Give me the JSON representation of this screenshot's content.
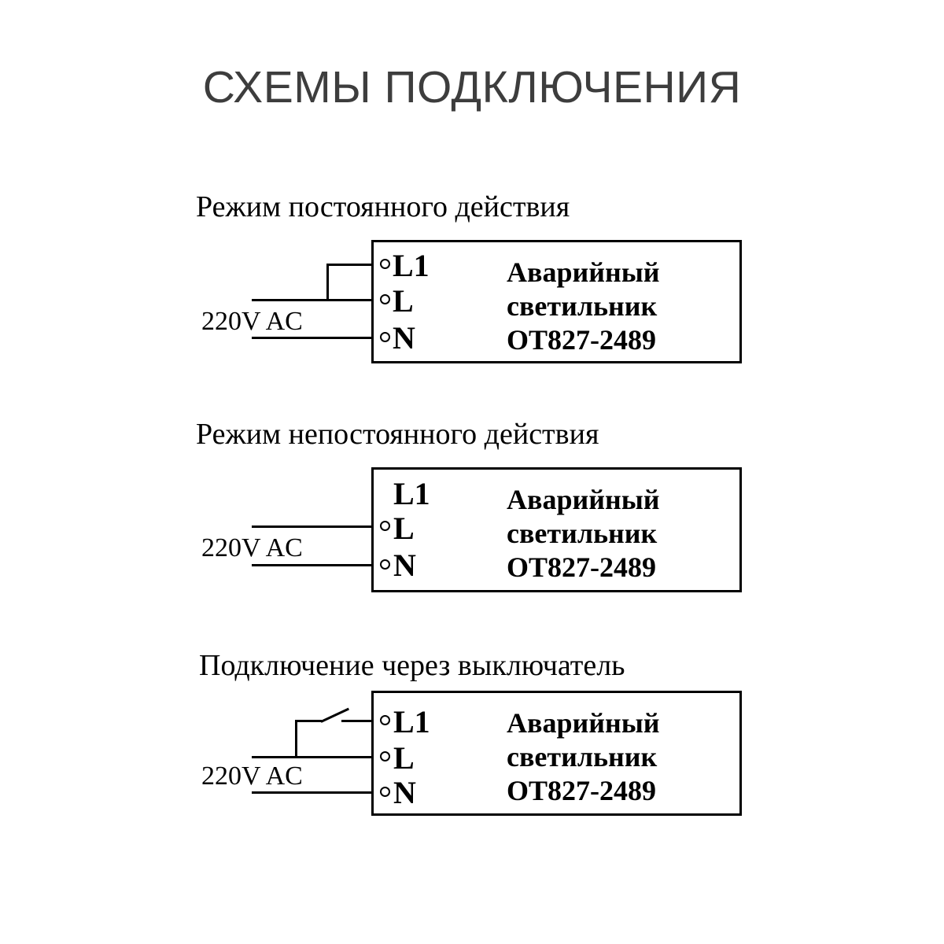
{
  "page": {
    "title": "СХЕМЫ ПОДКЛЮЧЕНИЯ",
    "background_color": "#ffffff",
    "title_color": "#3d3d3d",
    "line_color": "#000000"
  },
  "diagrams": [
    {
      "id": "permanent-mode",
      "heading": "Режим постоянного действия",
      "supply_label": "220V AC",
      "device_lines": [
        "Аварийный",
        "светильник",
        "OT827-2489"
      ],
      "terminals": [
        {
          "label": "L1",
          "connected": true
        },
        {
          "label": "L",
          "connected": true
        },
        {
          "label": "N",
          "connected": true
        }
      ],
      "has_switch": false,
      "has_l1_branch": true
    },
    {
      "id": "non-permanent-mode",
      "heading": "Режим непостоянного действия",
      "supply_label": "220V AC",
      "device_lines": [
        "Аварийный",
        "светильник",
        "OT827-2489"
      ],
      "terminals": [
        {
          "label": "L1",
          "connected": false
        },
        {
          "label": "L",
          "connected": true
        },
        {
          "label": "N",
          "connected": true
        }
      ],
      "has_switch": false,
      "has_l1_branch": false
    },
    {
      "id": "switch-connection",
      "heading": "Подключение через выключатель",
      "supply_label": "220V AC",
      "device_lines": [
        "Аварийный",
        "светильник",
        "OT827-2489"
      ],
      "terminals": [
        {
          "label": "L1",
          "connected": true
        },
        {
          "label": "L",
          "connected": true
        },
        {
          "label": "N",
          "connected": true
        }
      ],
      "has_switch": true,
      "has_l1_branch": true
    }
  ]
}
